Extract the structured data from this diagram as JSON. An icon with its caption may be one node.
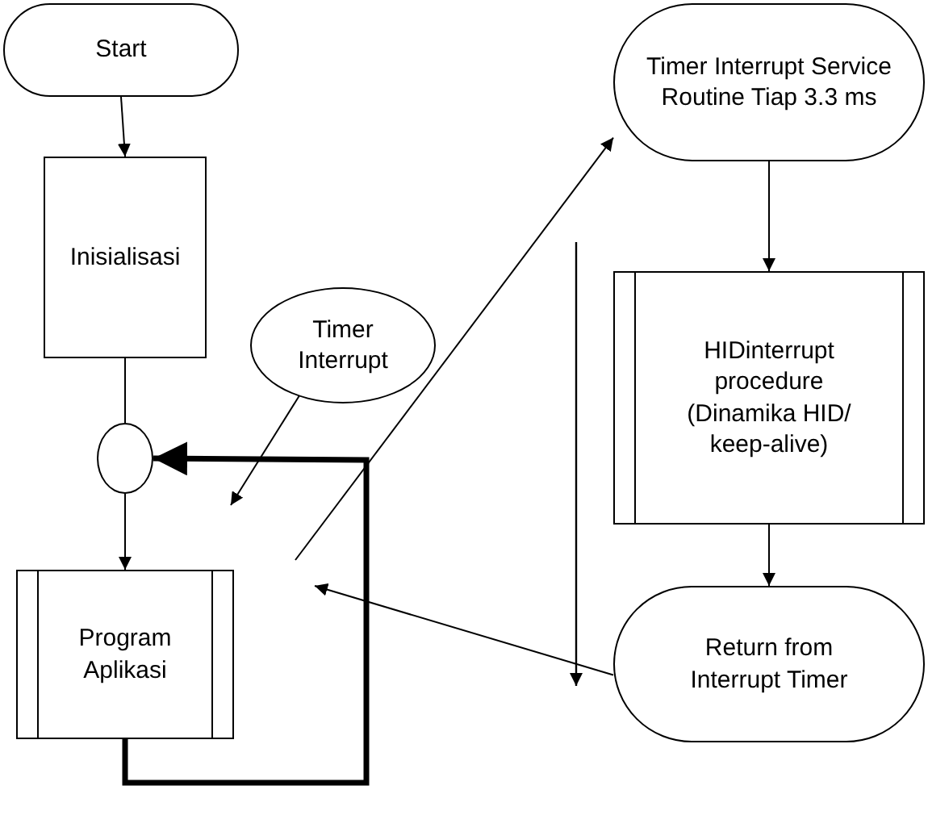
{
  "diagram": {
    "nodes": [
      {
        "text": [
          "Start"
        ]
      },
      {
        "text": [
          "Inisialisasi"
        ]
      },
      {
        "text": [
          "Timer Interrupt"
        ]
      },
      {
        "text": [],
        "shape": "circle"
      },
      {
        "text": [
          "Program Aplikasi"
        ]
      },
      {
        "text": [
          "Timer Interrupt Service Routine Tiap 3.3 ms"
        ]
      },
      {
        "text": [
          "HIDinterrupt procedure (Dinamika HID/ keep-alive)"
        ]
      },
      {
        "text": [
          "Return from Interrupt Timer"
        ]
      }
    ],
    "edges": [
      {
        "from": 0,
        "to": 1,
        "arrow": "to"
      },
      {
        "from": 1,
        "to": 3,
        "arrow": "none"
      },
      {
        "from": 3,
        "to": 4,
        "arrow": "to"
      },
      {
        "from": 4,
        "to": 3,
        "arrow": "to",
        "style": "thick"
      },
      {
        "from": 2,
        "to": null,
        "arrow": "to"
      },
      {
        "from": null,
        "to": 5,
        "arrow": "to"
      },
      {
        "from": 5,
        "to": 6,
        "arrow": "to"
      },
      {
        "from": 6,
        "to": 7,
        "arrow": "to"
      },
      {
        "from": 7,
        "to": null,
        "arrow": "to"
      }
    ]
  }
}
